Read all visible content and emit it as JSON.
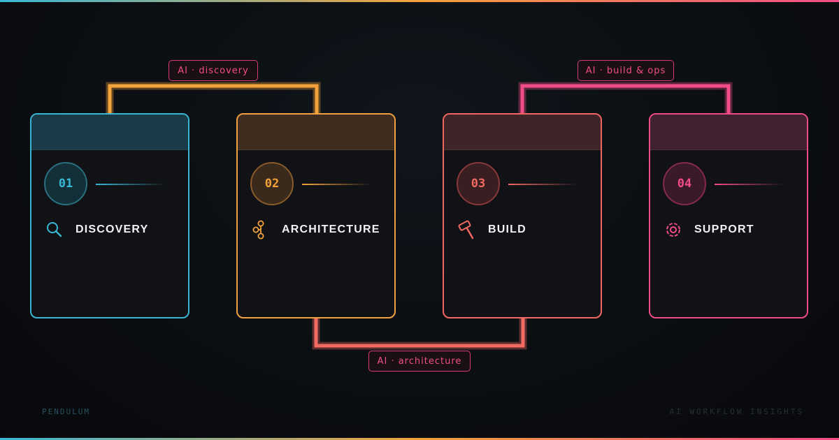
{
  "steps": [
    {
      "number": "01",
      "title": "DISCOVERY",
      "icon": "search-icon",
      "color": "#3ab8d6"
    },
    {
      "number": "02",
      "title": "ARCHITECTURE",
      "icon": "nodes-icon",
      "color": "#f4a23c"
    },
    {
      "number": "03",
      "title": "BUILD",
      "icon": "hammer-icon",
      "color": "#f26a62"
    },
    {
      "number": "04",
      "title": "SUPPORT",
      "icon": "lifebuoy-icon",
      "color": "#f24d86"
    }
  ],
  "connectors": [
    {
      "label": "AI · discovery",
      "color": "#f4a23c"
    },
    {
      "label": "AI · architecture",
      "color": "#f26a62"
    },
    {
      "label": "AI · build & ops",
      "color": "#f24d86"
    }
  ],
  "footer": {
    "brand": "PENDULUM",
    "tagline": "AI WORKFLOW INSIGHTS"
  }
}
